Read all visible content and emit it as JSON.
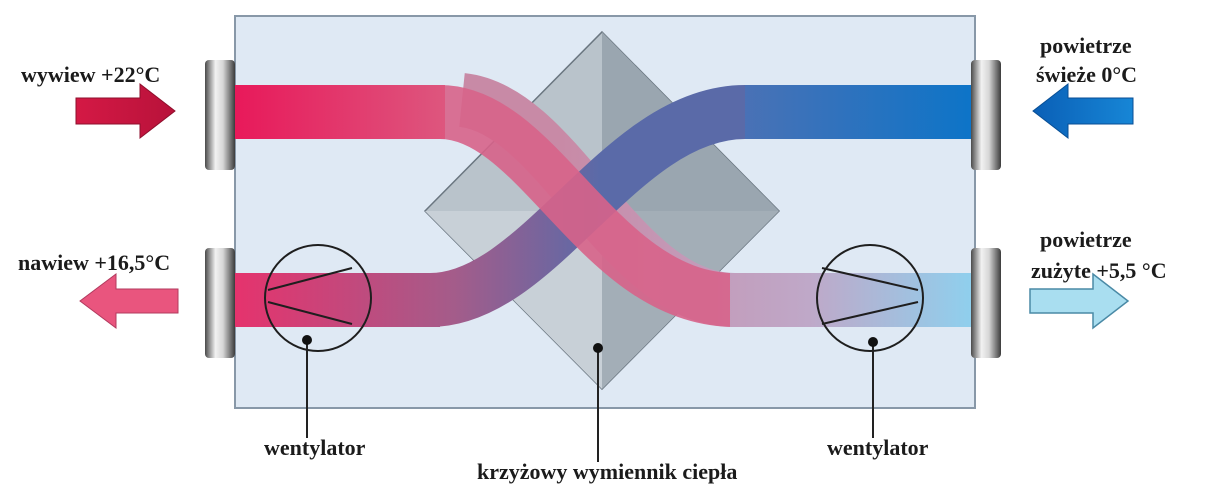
{
  "labels": {
    "exhaust_in": "wywiew +22°C",
    "fresh_air_line1": "powietrze",
    "fresh_air_line2": "świeże 0°C",
    "supply_out": "nawiew +16,5°C",
    "used_air_line1": "powietrze",
    "used_air_line2": "zużyte +5,5 °C",
    "fan_left": "wentylator",
    "fan_right": "wentylator",
    "heat_exchanger": "krzyżowy wymiennik ciepła"
  },
  "colors": {
    "warm": "#e0194c",
    "cold": "#0a6cc4",
    "cool_out": "#8ed0ea",
    "warm_out": "#e8557a",
    "housing": "#dde8f3",
    "exchanger": "#a7b3bd"
  }
}
